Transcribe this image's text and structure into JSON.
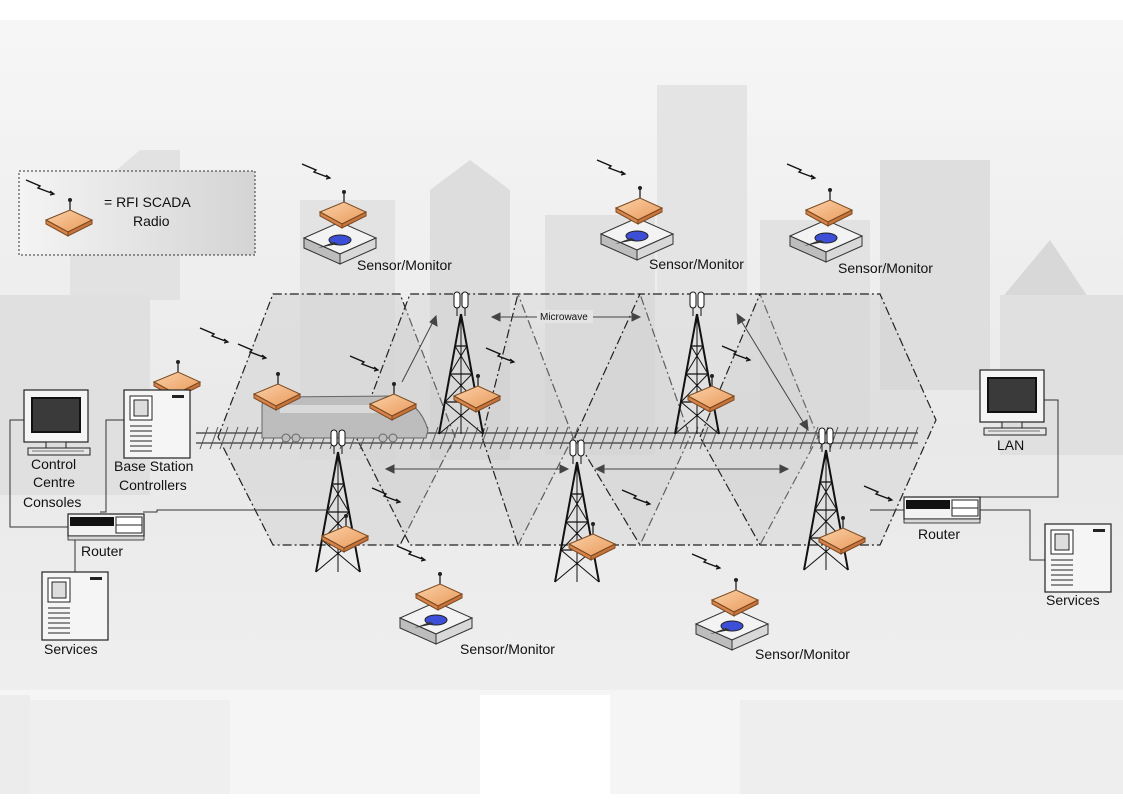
{
  "legend": {
    "line1": "= RFI SCADA",
    "line2": "Radio"
  },
  "labels": {
    "sensor": "Sensor/Monitor",
    "microwave": "Microwave",
    "control_line1": "Control",
    "control_line2": "Centre",
    "control_line3": "Consoles",
    "bsc_line1": "Base Station",
    "bsc_line2": "Controllers",
    "router": "Router",
    "services": "Services",
    "lan": "LAN"
  },
  "colors": {
    "radio": "#f6b27a",
    "radio_edge": "#9a5a2a",
    "cell_fill": "#cfcfcf",
    "background": "#ececec",
    "sensor_eye": "#3d4fd6"
  },
  "icons": [
    "radio-icon",
    "sensor-monitor-icon",
    "tower-icon",
    "train-icon",
    "computer-icon",
    "server-icon",
    "router-icon"
  ]
}
